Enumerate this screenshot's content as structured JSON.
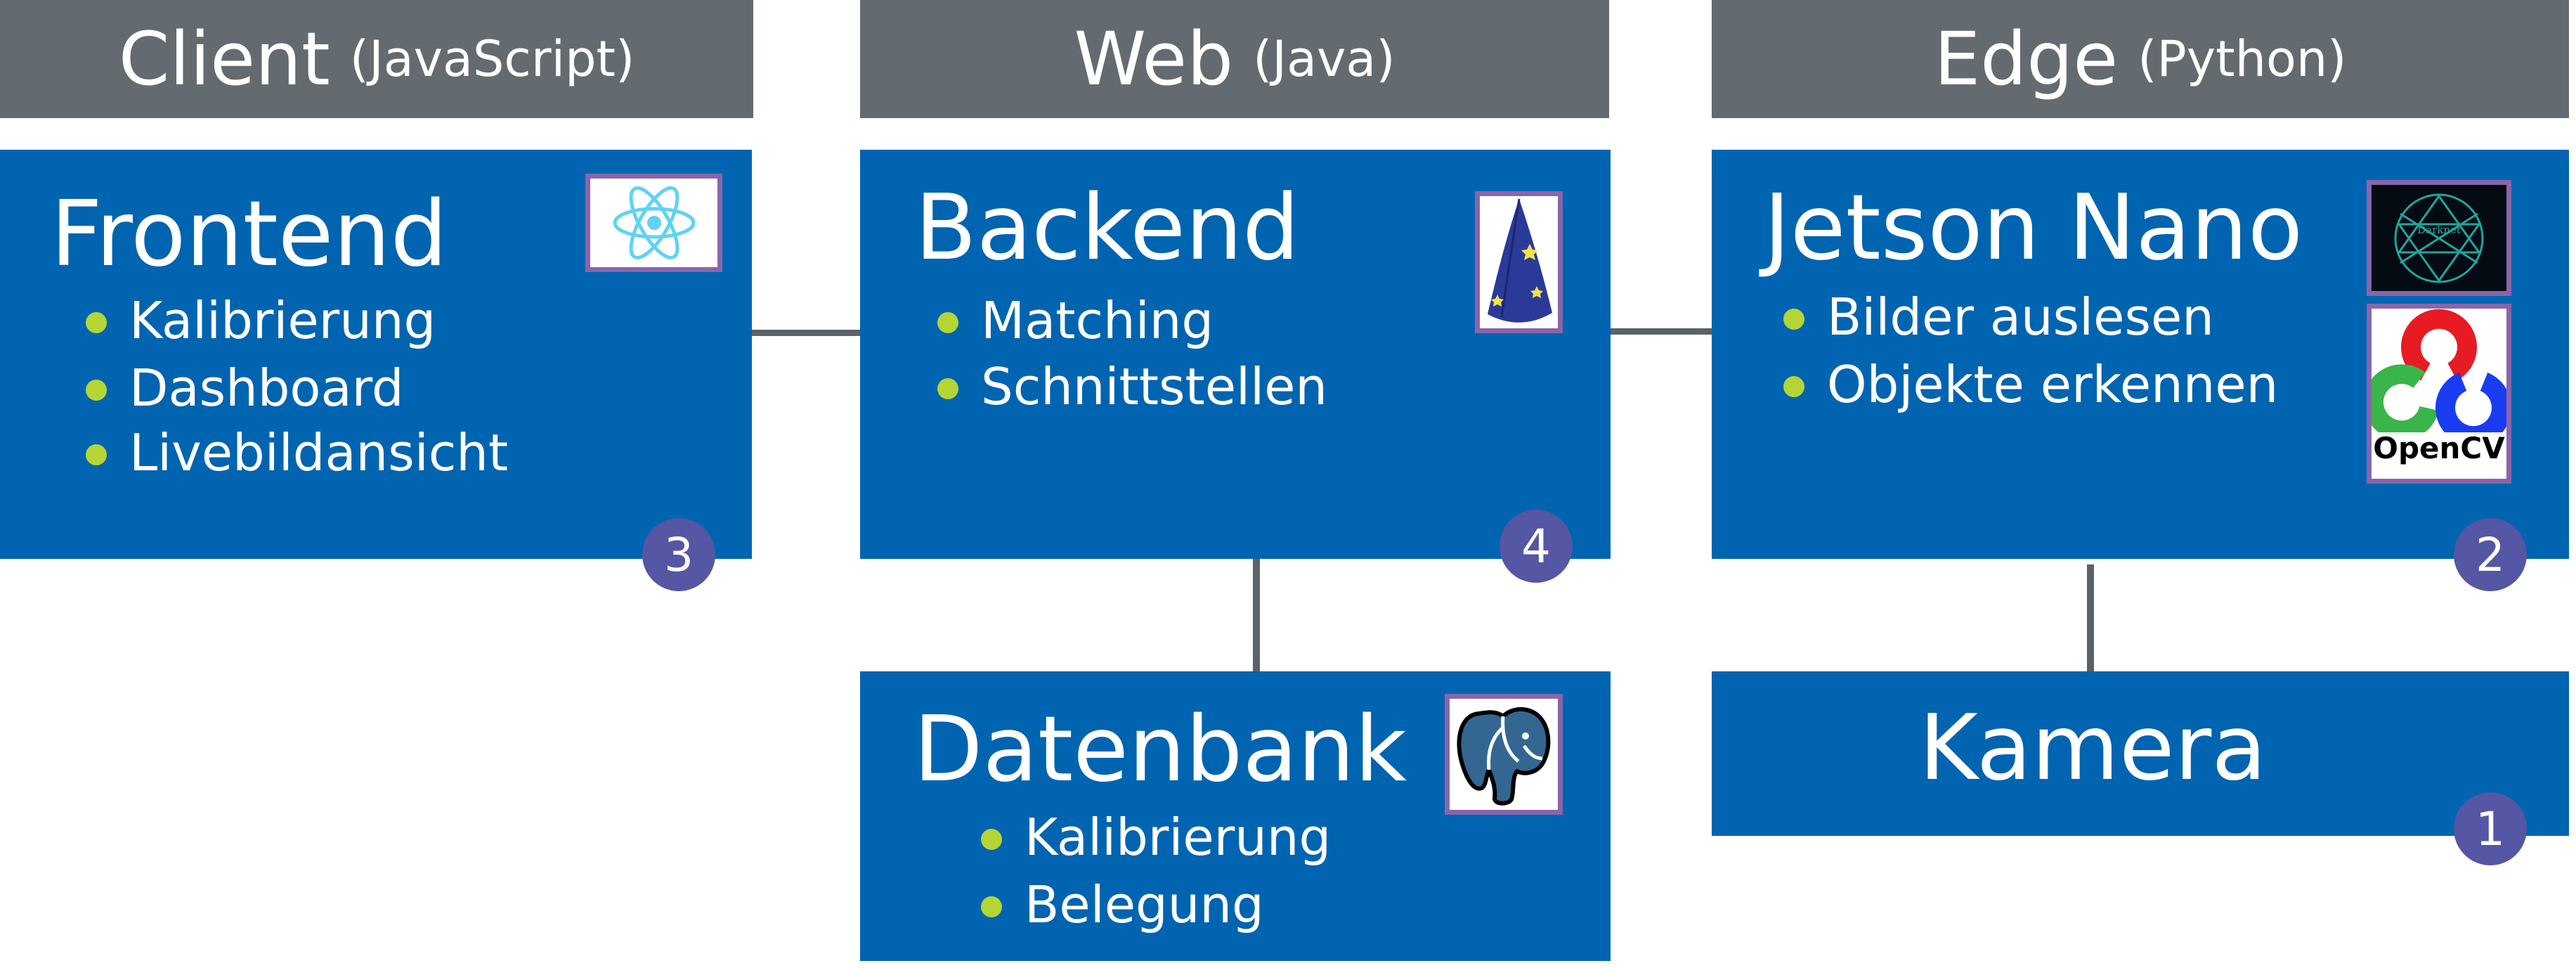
{
  "headers": {
    "client": {
      "main": "Client",
      "sub": "(JavaScript)"
    },
    "web": {
      "main": "Web",
      "sub": "(Java)"
    },
    "edge": {
      "main": "Edge",
      "sub": "(Python)"
    }
  },
  "frontend": {
    "title": "Frontend",
    "items": [
      "Kalibrierung",
      "Dashboard",
      "Livebildansicht"
    ],
    "badge": "3",
    "logo_icon": "react-icon"
  },
  "backend": {
    "title": "Backend",
    "items": [
      "Matching",
      "Schnittstellen"
    ],
    "badge": "4",
    "logo_icon": "wizard-hat-icon"
  },
  "jetson": {
    "title": "Jetson Nano",
    "items": [
      "Bilder auslesen",
      "Objekte erkennen"
    ],
    "badge": "2",
    "logo_icons": [
      "darknet-icon",
      "opencv-icon"
    ],
    "opencv_text": "OpenCV",
    "darknet_text": "Darknet"
  },
  "datenbank": {
    "title": "Datenbank",
    "items": [
      "Kalibrierung",
      "Belegung"
    ],
    "logo_icon": "postgresql-elephant-icon"
  },
  "kamera": {
    "title": "Kamera",
    "badge": "1"
  },
  "colors": {
    "header_bg": "#636b70",
    "box_bg": "#0064b0",
    "bullet": "#b5d534",
    "badge": "#5556a4",
    "logo_border": "#8a65aa",
    "connector": "#5b6268"
  }
}
